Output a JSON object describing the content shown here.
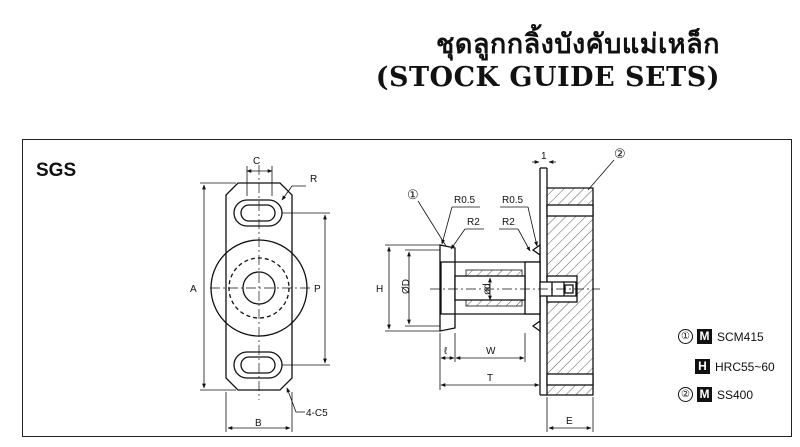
{
  "header": {
    "title_thai": "ชุดลูกกลิ้งบังคับแม่เหล็ก",
    "title_en": "(STOCK GUIDE SETS)"
  },
  "diagram": {
    "code": "SGS",
    "front_view_labels": {
      "A": "A",
      "B": "B",
      "C": "C",
      "P": "P",
      "R": "R",
      "chamfer": "4-C5"
    },
    "side_view_labels": {
      "part1": "①",
      "part2": "②",
      "one": "1",
      "r05_left": "R0.5",
      "r05_right": "R0.5",
      "r2_left": "R2",
      "r2_right": "R2",
      "H": "H",
      "OD": "ØD",
      "od": "ød",
      "l": "ℓ",
      "W": "W",
      "T": "T",
      "E": "E"
    }
  },
  "materials": [
    {
      "marker": "①",
      "code": "M",
      "name": "SCM415"
    },
    {
      "marker": "",
      "code": "H",
      "name": "HRC55~60"
    },
    {
      "marker": "②",
      "code": "M",
      "name": "SS400"
    }
  ]
}
